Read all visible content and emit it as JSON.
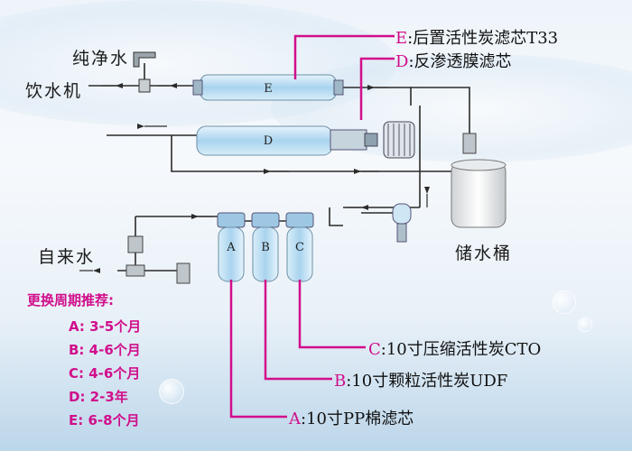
{
  "labels": {
    "pure_water": "纯净水",
    "dispenser": "饮水机",
    "tap_water": "自来水",
    "storage_tank": "储水桶"
  },
  "cartridges": {
    "a": "A",
    "b": "B",
    "c": "C",
    "d": "D",
    "e": "E"
  },
  "callouts": {
    "e": {
      "letter": "E",
      "text": ":后置活性炭滤芯T33"
    },
    "d": {
      "letter": "D",
      "text": ":反渗透膜滤芯"
    },
    "c": {
      "letter": "C",
      "text": ":10寸压缩活性炭CTO"
    },
    "b": {
      "letter": "B",
      "text": ":10寸颗粒活性炭UDF"
    },
    "a": {
      "letter": "A",
      "text": ":10寸PP棉滤芯"
    }
  },
  "schedule": {
    "title": "更换周期推荐:",
    "rows": [
      "A: 3-5个月",
      "B: 4-6个月",
      "C: 4-6个月",
      "D: 2-3年",
      "E: 6-8个月"
    ]
  },
  "colors": {
    "pipe": "#2b2b2b",
    "leader": "#d10e8b",
    "filter": "#bfe0f5"
  }
}
